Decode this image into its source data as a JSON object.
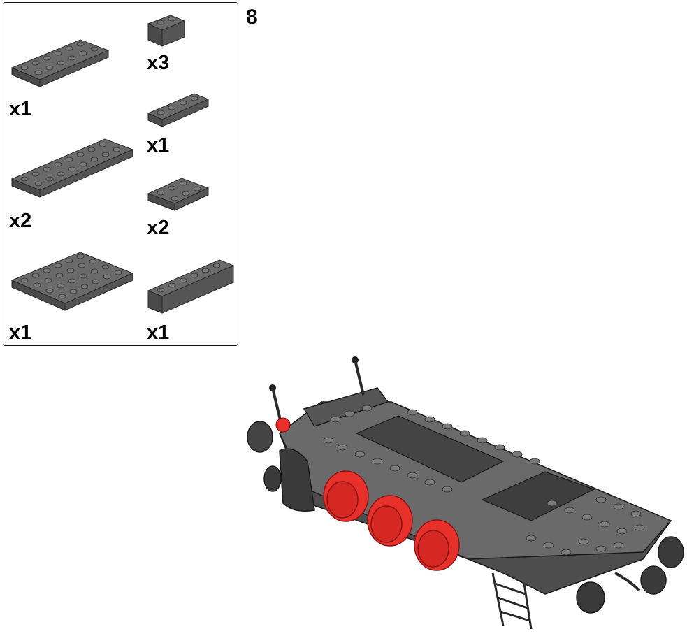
{
  "step": {
    "number": "8"
  },
  "parts": [
    {
      "name": "plate-2x6",
      "qty": "x1",
      "color": "#5a5a5a"
    },
    {
      "name": "plate-2x8",
      "qty": "x2",
      "color": "#5a5a5a"
    },
    {
      "name": "plate-4x6",
      "qty": "x1",
      "color": "#5a5a5a"
    },
    {
      "name": "brick-1x2",
      "qty": "x3",
      "color": "#5a5a5a"
    },
    {
      "name": "plate-1x4",
      "qty": "x1",
      "color": "#5a5a5a"
    },
    {
      "name": "plate-2x3",
      "qty": "x2",
      "color": "#5a5a5a"
    },
    {
      "name": "brick-1x6",
      "qty": "x1",
      "color": "#5a5a5a"
    }
  ],
  "colors": {
    "dark_gray": "#5a5a5a",
    "wheel_red": "#e8302a",
    "outline": "#1a1a1a"
  }
}
